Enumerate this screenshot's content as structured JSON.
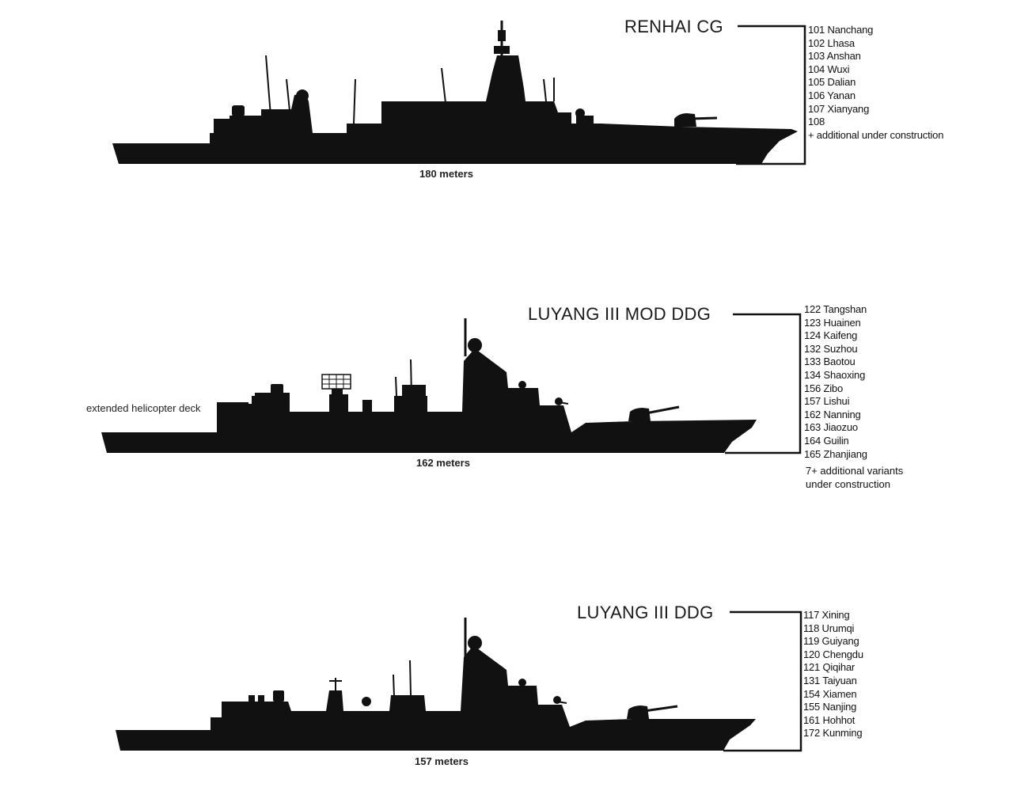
{
  "ships": [
    {
      "class_name": "RENHAI CG",
      "length": "180 meters",
      "hulls": [
        "101 Nanchang",
        "102 Lhasa",
        "103 Anshan",
        "104 Wuxi",
        "105 Dalian",
        "106 Yanan",
        "107 Xianyang",
        "108",
        "+ additional under construction"
      ]
    },
    {
      "class_name": "LUYANG III MOD DDG",
      "length": "162 meters",
      "note": "extended helicopter deck",
      "hulls": [
        "122 Tangshan",
        "123 Huainen",
        "124 Kaifeng",
        "132 Suzhou",
        "133 Baotou",
        "134 Shaoxing",
        "156 Zibo",
        "157 Lishui",
        "162 Nanning",
        "163 Jiaozuo",
        "164 Guilin",
        "165 Zhanjiang"
      ],
      "extra_line1": "7+ additional variants",
      "extra_line2": "under construction"
    },
    {
      "class_name": "LUYANG III DDG",
      "length": "157 meters",
      "hulls": [
        "117 Xining",
        "118 Urumqi",
        "119 Guiyang",
        "120 Chengdu",
        "121 Qiqihar",
        "131 Taiyuan",
        "154 Xiamen",
        "155 Nanjing",
        "161 Hohhot",
        "172 Kunming"
      ]
    }
  ],
  "colors": {
    "silhouette": "#111111",
    "background": "#ffffff"
  }
}
